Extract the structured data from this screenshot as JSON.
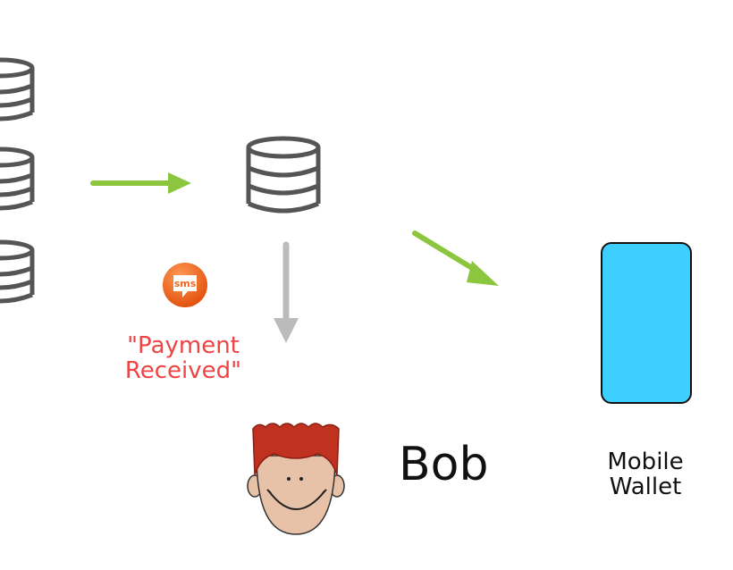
{
  "sms": {
    "badge": "sms",
    "caption_line1": "\"Payment",
    "caption_line2": "Received\""
  },
  "person": {
    "name": "Bob"
  },
  "wallet": {
    "line1": "Mobile",
    "line2": "Wallet"
  },
  "colors": {
    "arrow_green": "#8cc63f",
    "arrow_gray": "#bbbbbb",
    "db_stroke": "#555555",
    "phone_fill": "#3dcfff",
    "sms_orange": "#f26522",
    "caption_red": "#ee4444",
    "hair_red": "#c0311f",
    "skin": "#e8c2a8"
  },
  "icons": [
    "database-icon",
    "sms-icon",
    "person-face-icon",
    "mobile-phone-icon",
    "arrow-right-icon",
    "arrow-down-icon",
    "arrow-diagonal-icon"
  ]
}
